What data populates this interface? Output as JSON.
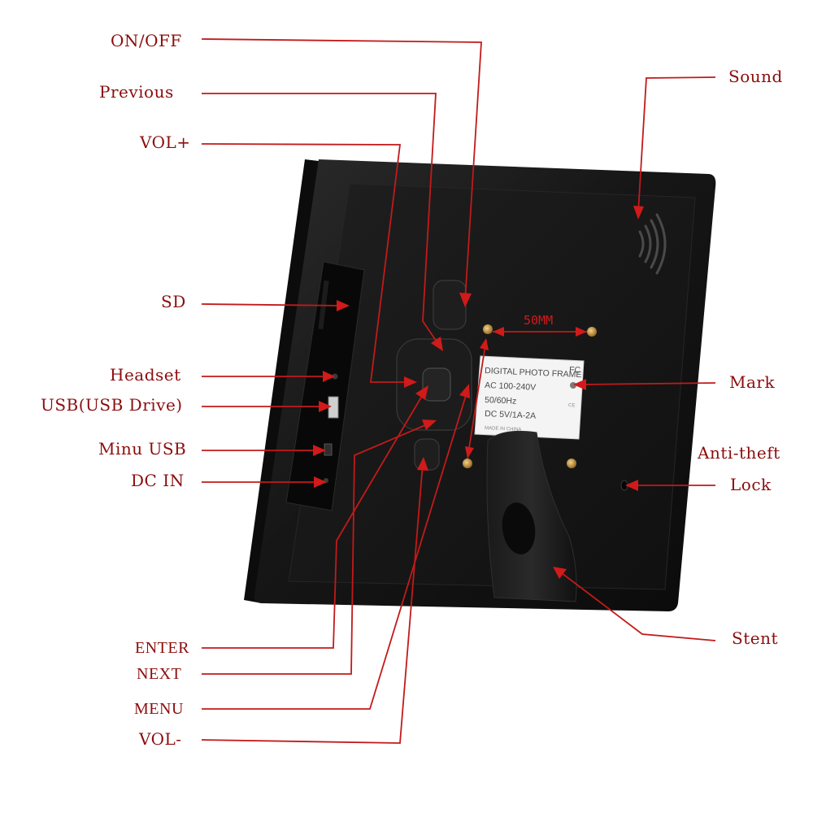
{
  "labels": {
    "on_off": "ON/OFF",
    "previous": "Previous",
    "vol_plus": "VOL+",
    "sd": "SD",
    "headset": "Headset",
    "usb_drive": "USB(USB Drive)",
    "minu_usb": "Minu USB",
    "dc_in": "DC IN",
    "enter": "ENTER",
    "next": "NEXT",
    "menu": "MENU",
    "vol_minus": "VOL-",
    "sound": "Sound",
    "mark": "Mark",
    "anti_theft": "Anti-theft",
    "lock": "Lock",
    "stent": "Stent"
  },
  "dimension": "50MM",
  "rating_label": {
    "line1": "DIGITAL PHOTO FRAME",
    "line2": "AC 100-240V",
    "line3": "50/60Hz",
    "line4": "DC 5V/1A-2A",
    "line5": "MADE IN CHINA",
    "fcc": "FC",
    "ce": "CE"
  },
  "colors": {
    "annotation_text": "#8b0d0d",
    "leader_line": "#c21a1a",
    "device_body": "#141414"
  }
}
